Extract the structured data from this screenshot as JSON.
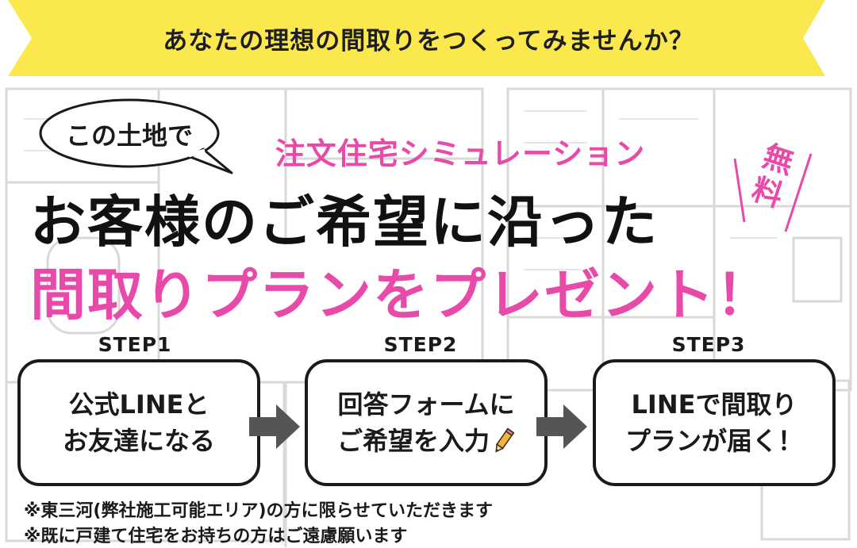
{
  "banner": {
    "text": "あなたの理想の間取りをつくってみませんか？"
  },
  "hero": {
    "bubble": "この土地で",
    "subtitle": "注文住宅シミュレーション",
    "title_line1": "お客様のご希望に沿った",
    "title_line2": "間取りプランをプレゼント！",
    "badge": "無料"
  },
  "steps": [
    {
      "label": "STEP1",
      "line1": "公式LINEと",
      "line2": "お友達になる"
    },
    {
      "label": "STEP2",
      "line1": "回答フォームに",
      "line2": "ご希望を入力"
    },
    {
      "label": "STEP3",
      "line1": "LINEで間取り",
      "line2": "プランが届く！"
    }
  ],
  "notes": [
    "※東三河(弊社施工可能エリア)の方に限らせていただきます",
    "※既に戸建て住宅をお持ちの方はご遠慮願います"
  ],
  "colors": {
    "banner": "#fbe84f",
    "accent": "#e84aa9",
    "arrow": "#555555"
  },
  "icons": {
    "pencil": "pencil-icon",
    "arrow": "arrow-right-icon"
  }
}
